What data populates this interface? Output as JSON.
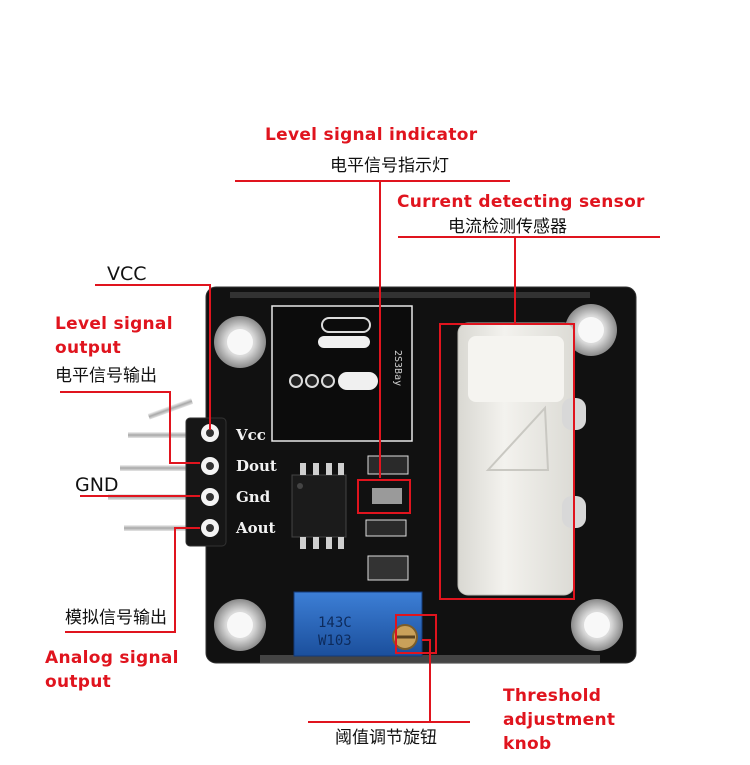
{
  "colors": {
    "annotation_red": "#e0141e",
    "board": "#111111",
    "potentiometer": "#1f5fb8",
    "sensor_body": "#ecebe6"
  },
  "callouts": {
    "level_indicator": {
      "en": "Level signal indicator",
      "zh": "电平信号指示灯"
    },
    "current_sensor": {
      "en": "Current detecting sensor",
      "zh": "电流检测传感器"
    },
    "vcc": "VCC",
    "level_output": {
      "en_line1": "Level signal",
      "en_line2": "output",
      "zh": "电平信号输出"
    },
    "gnd": "GND",
    "analog_output": {
      "zh": "模拟信号输出",
      "en_line1": "Analog signal",
      "en_line2": "output"
    },
    "threshold_knob": {
      "en_line1": "Threshold",
      "en_line2": "adjustment",
      "en_line3": "knob",
      "zh": "阈值调节旋钮"
    }
  },
  "board": {
    "pins": [
      "Vcc",
      "Dout",
      "Gnd",
      "Aout"
    ],
    "relay_marking": "2S3Bay",
    "pot_marking_1": "143C",
    "pot_marking_2": "W103"
  }
}
